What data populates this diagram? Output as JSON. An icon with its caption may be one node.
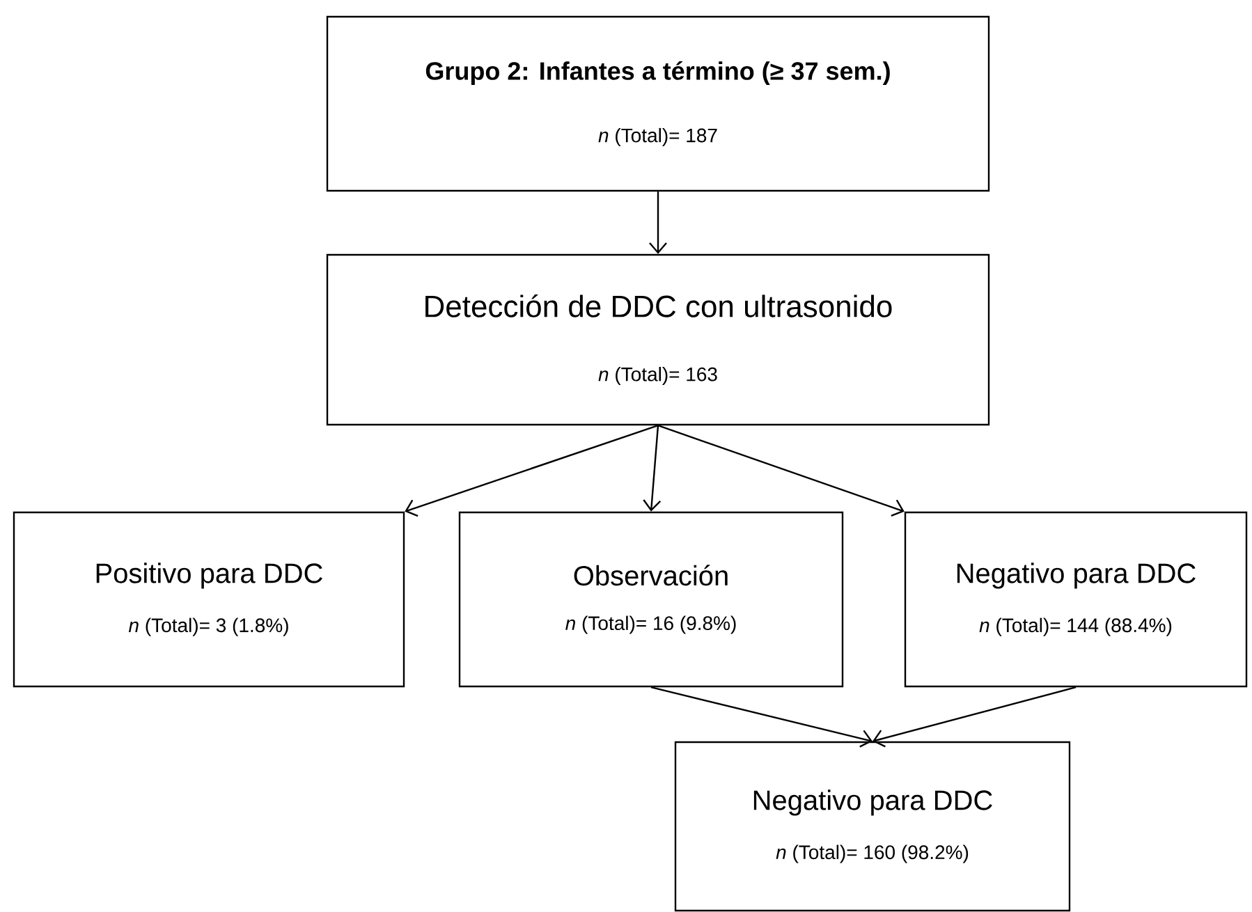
{
  "diagram": {
    "nodes": [
      {
        "text": [
          "Grupo 2: Infantes a término (≥ 37 sem.)",
          "*n* (Total)= 187"
        ]
      },
      {
        "text": [
          "Detección de DDC con ultrasonido",
          "*n* (Total)= 163"
        ]
      },
      {
        "text": [
          "Positivo para DDC",
          "*n* (Total)= 3 (1.8%)"
        ]
      },
      {
        "text": [
          "Observación",
          "*n* (Total)= 16 (9.8%)"
        ]
      },
      {
        "text": [
          "Negativo para DDC",
          "*n* (Total)= 144 (88.4%)"
        ]
      },
      {
        "text": [
          "Negativo para DDC",
          "*n* (Total)= 160 (98.2%)"
        ]
      }
    ],
    "edges": [
      {
        "from": 0,
        "to": 1,
        "arrow": "to"
      },
      {
        "from": 1,
        "to": 2,
        "arrow": "to"
      },
      {
        "from": 1,
        "to": 3,
        "arrow": "to"
      },
      {
        "from": 1,
        "to": 4,
        "arrow": "to"
      },
      {
        "from": 3,
        "to": 5,
        "arrow": "to"
      },
      {
        "from": 4,
        "to": 5,
        "arrow": "to"
      }
    ]
  }
}
